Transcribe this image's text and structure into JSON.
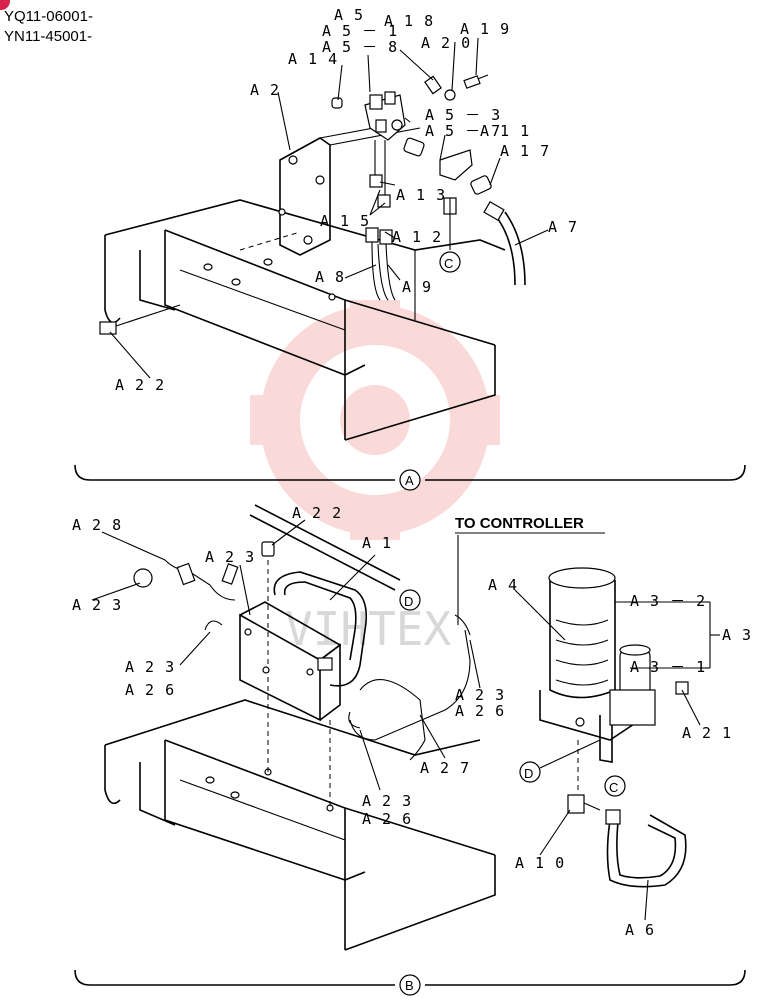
{
  "header": {
    "serial_1": "YQ11-06001-",
    "serial_2": "YN11-45001-"
  },
  "note": "TO CONTROLLER",
  "sections": [
    "A",
    "B"
  ],
  "callouts_circled": [
    "C",
    "C",
    "D",
    "D"
  ],
  "labels": [
    "A5",
    "A5-1",
    "A5-8",
    "A18",
    "A20",
    "A19",
    "A14",
    "A2",
    "A5-3",
    "A5-7",
    "A11",
    "A17",
    "A13",
    "A15",
    "A12",
    "A7",
    "A8",
    "A9",
    "A22",
    "A28",
    "A22",
    "A1",
    "A23",
    "A23",
    "A23",
    "A26",
    "A4",
    "A3-2",
    "A3",
    "A3-1",
    "A21",
    "A23",
    "A26",
    "A27",
    "A23",
    "A26",
    "A10",
    "A6"
  ],
  "watermark": "VIHTEX"
}
